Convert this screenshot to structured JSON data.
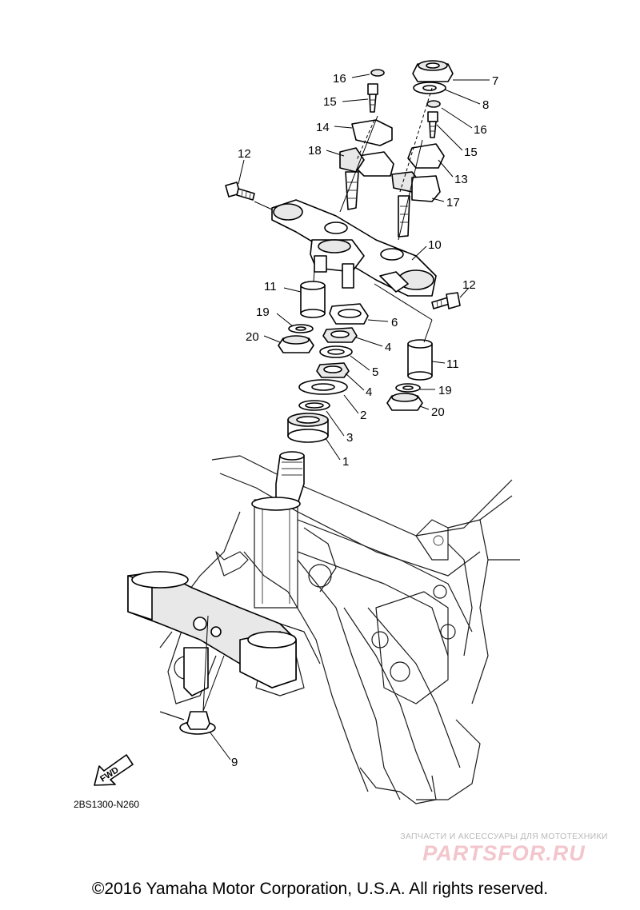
{
  "callouts": [
    {
      "id": "label-16-top",
      "text": "16"
    },
    {
      "id": "label-15-top",
      "text": "15"
    },
    {
      "id": "label-14",
      "text": "14"
    },
    {
      "id": "label-18",
      "text": "18"
    },
    {
      "id": "label-12-left",
      "text": "12"
    },
    {
      "id": "label-7",
      "text": "7"
    },
    {
      "id": "label-8",
      "text": "8"
    },
    {
      "id": "label-16-right",
      "text": "16"
    },
    {
      "id": "label-15-right",
      "text": "15"
    },
    {
      "id": "label-13",
      "text": "13"
    },
    {
      "id": "label-17",
      "text": "17"
    },
    {
      "id": "label-10",
      "text": "10"
    },
    {
      "id": "label-12-right",
      "text": "12"
    },
    {
      "id": "label-11-left",
      "text": "11"
    },
    {
      "id": "label-19-left",
      "text": "19"
    },
    {
      "id": "label-20-left",
      "text": "20"
    },
    {
      "id": "label-6",
      "text": "6"
    },
    {
      "id": "label-4-upper",
      "text": "4"
    },
    {
      "id": "label-11-right",
      "text": "11"
    },
    {
      "id": "label-5",
      "text": "5"
    },
    {
      "id": "label-4-lower",
      "text": "4"
    },
    {
      "id": "label-19-right",
      "text": "19"
    },
    {
      "id": "label-2",
      "text": "2"
    },
    {
      "id": "label-20-right",
      "text": "20"
    },
    {
      "id": "label-3",
      "text": "3"
    },
    {
      "id": "label-1",
      "text": "1"
    },
    {
      "id": "label-9",
      "text": "9"
    }
  ],
  "direction_arrow": "FWD",
  "diagram_code": "2BS1300-N260",
  "watermark": {
    "tagline": "ЗАПЧАСТИ И АКСЕССУАРЫ ДЛЯ МОТОТЕХНИКИ",
    "logo": "PARTSFOR.RU"
  },
  "copyright": "©2016 Yamaha Motor Corporation, U.S.A. All rights reserved."
}
